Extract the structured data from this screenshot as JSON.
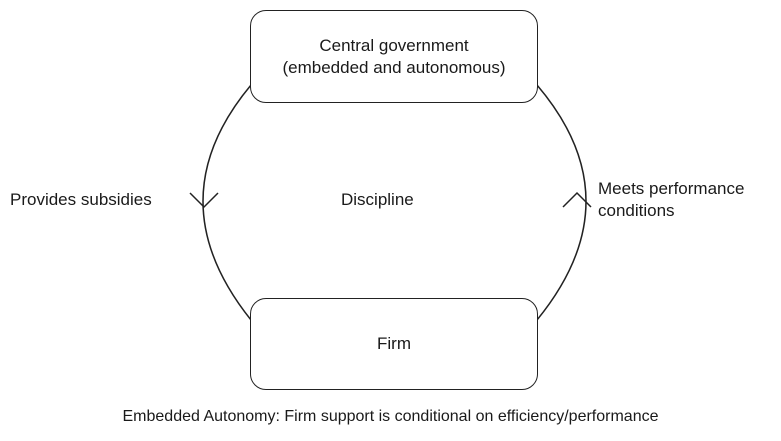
{
  "diagram": {
    "top_box": {
      "line1": "Central government",
      "line2": "(embedded and autonomous)"
    },
    "bottom_box": {
      "label": "Firm"
    },
    "left_edge_label": "Provides subsidies",
    "center_label": "Discipline",
    "right_edge_label": {
      "line1": "Meets performance",
      "line2": "conditions"
    },
    "caption": "Embedded Autonomy: Firm support is conditional on efficiency/performance"
  }
}
